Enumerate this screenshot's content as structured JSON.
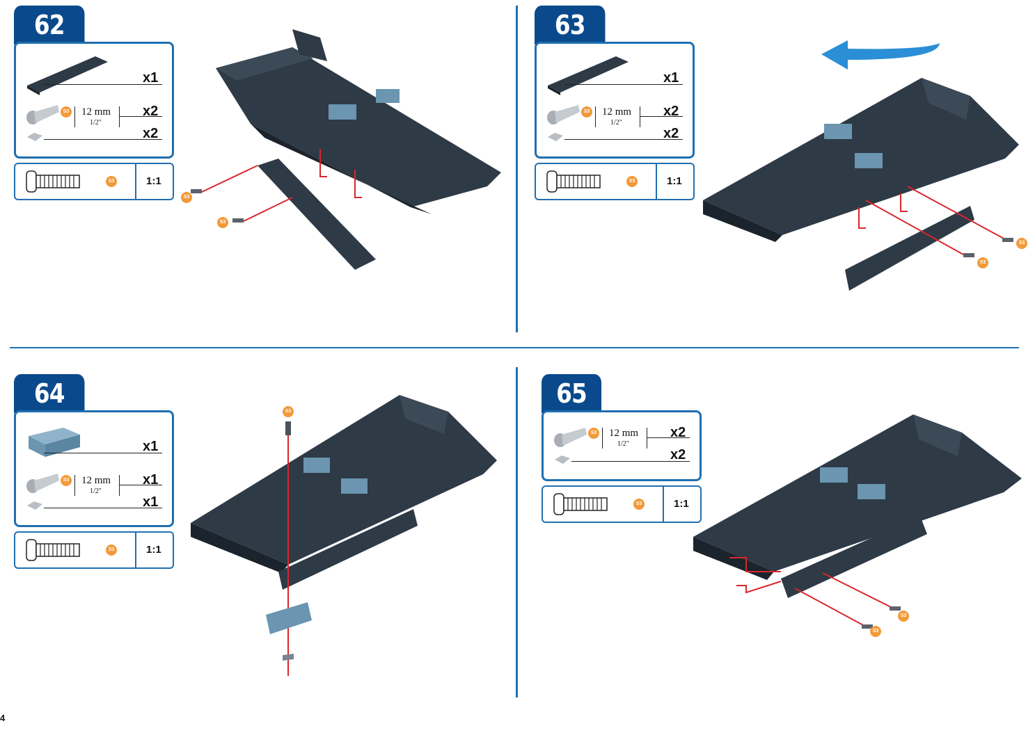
{
  "page_number": "4",
  "steps": [
    {
      "number": "62",
      "parts": [
        {
          "type": "plate",
          "qty": "x1"
        },
        {
          "type": "screw",
          "badge": "S3",
          "length_mm": "12 mm",
          "length_in": "1/2\"",
          "qty": "x2"
        },
        {
          "type": "nut",
          "qty": "x2"
        }
      ],
      "scale_badge": "S3",
      "scale": "1:1",
      "callout_badges": [
        "S3",
        "S3"
      ]
    },
    {
      "number": "63",
      "parts": [
        {
          "type": "plate",
          "qty": "x1"
        },
        {
          "type": "screw",
          "badge": "S3",
          "length_mm": "12 mm",
          "length_in": "1/2\"",
          "qty": "x2"
        },
        {
          "type": "nut",
          "qty": "x2"
        }
      ],
      "scale_badge": "S3",
      "scale": "1:1",
      "callout_badges": [
        "S3",
        "S3"
      ]
    },
    {
      "number": "64",
      "parts": [
        {
          "type": "bracket",
          "qty": "x1"
        },
        {
          "type": "screw",
          "badge": "S3",
          "length_mm": "12 mm",
          "length_in": "1/2\"",
          "qty": "x1"
        },
        {
          "type": "nut",
          "qty": "x1"
        }
      ],
      "scale_badge": "S3",
      "scale": "1:1",
      "callout_badges": [
        "S3"
      ]
    },
    {
      "number": "65",
      "parts": [
        {
          "type": "screw",
          "badge": "S3",
          "length_mm": "12 mm",
          "length_in": "1/2\"",
          "qty": "x2"
        },
        {
          "type": "nut",
          "qty": "x2"
        }
      ],
      "scale_badge": "S3",
      "scale": "1:1",
      "callout_badges": [
        "S3",
        "S3"
      ]
    }
  ],
  "colors": {
    "accent_blue": "#1f6fb0",
    "tab_blue": "#0a4a8c",
    "badge_orange": "#f29a3a",
    "part_dark": "#2e3a46",
    "assembly_line": "#d9262c"
  }
}
